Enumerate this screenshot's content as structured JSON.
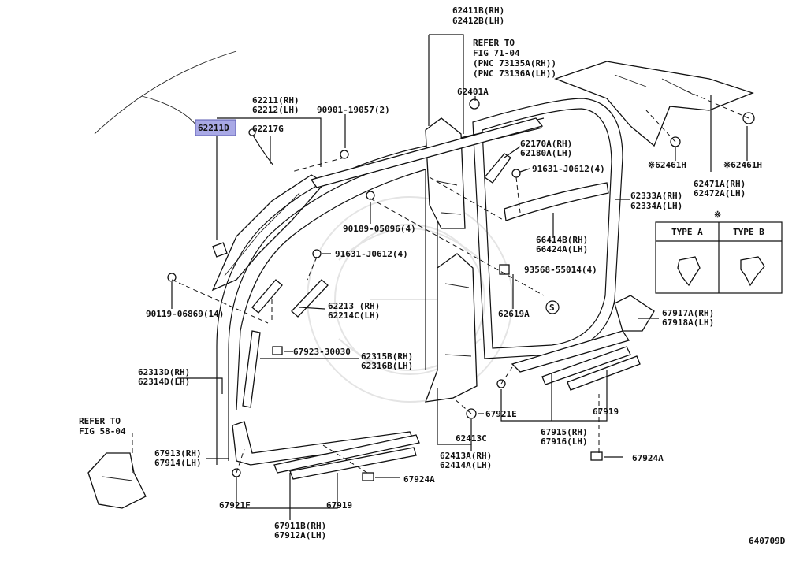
{
  "highlight_color": "#a9a9e6",
  "diagram_id": "640709D",
  "labels": {
    "p62411b": "62411B(RH)",
    "p62412b": "62412B(LH)",
    "refer71_1": "REFER TO",
    "refer71_2": "FIG 71-04",
    "refer71_3": "(PNC 73135A(RH))",
    "refer71_4": "(PNC 73136A(LH))",
    "p62401a": "62401A",
    "p62211d": "62211D",
    "p62211": "62211(RH)",
    "p62212": "62212(LH)",
    "p62217g": "62217G",
    "p90901": "90901-19057(2)",
    "p62170a": "62170A(RH)",
    "p62180a": "62180A(LH)",
    "p91631_top": "91631-J0612(4)",
    "p62461h_a": "※62461H",
    "p62461h_b": "※62461H",
    "p62471a": "62471A(RH)",
    "p62472a": "62472A(LH)",
    "p62333a": "62333A(RH)",
    "p62334a": "62334A(LH)",
    "p90189": "90189-05096(4)",
    "p66414b": "66414B(RH)",
    "p66424a": "66424A(LH)",
    "p91631_mid": "91631-J0612(4)",
    "p93568": "93568-55014(4)",
    "p62619a": "62619A",
    "p90119": "90119-06869(14)",
    "p62213": "62213 (RH)",
    "p62214c": "62214C(LH)",
    "p67917a": "67917A(RH)",
    "p67918a": "67918A(LH)",
    "p67923": "67923-30030",
    "p62315b": "62315B(RH)",
    "p62316b": "62316B(LH)",
    "p62313d": "62313D(RH)",
    "p62314d": "62314D(LH)",
    "p67921e": "67921E",
    "p67919_r": "67919",
    "p62413c": "62413C",
    "p67915": "67915(RH)",
    "p67916": "67916(LH)",
    "refer58_1": "REFER TO",
    "refer58_2": "FIG 58-04",
    "p67913": "67913(RH)",
    "p67914": "67914(LH)",
    "p62413a": "62413A(RH)",
    "p62414a": "62414A(LH)",
    "p67924a_r": "67924A",
    "p67924a_l": "67924A",
    "p67921f": "67921F",
    "p67919_l": "67919",
    "p67911b": "67911B(RH)",
    "p67912a": "67912A(LH)",
    "type_a": "TYPE A",
    "type_b": "TYPE B",
    "note_mark": "※",
    "s_mark": "S"
  }
}
